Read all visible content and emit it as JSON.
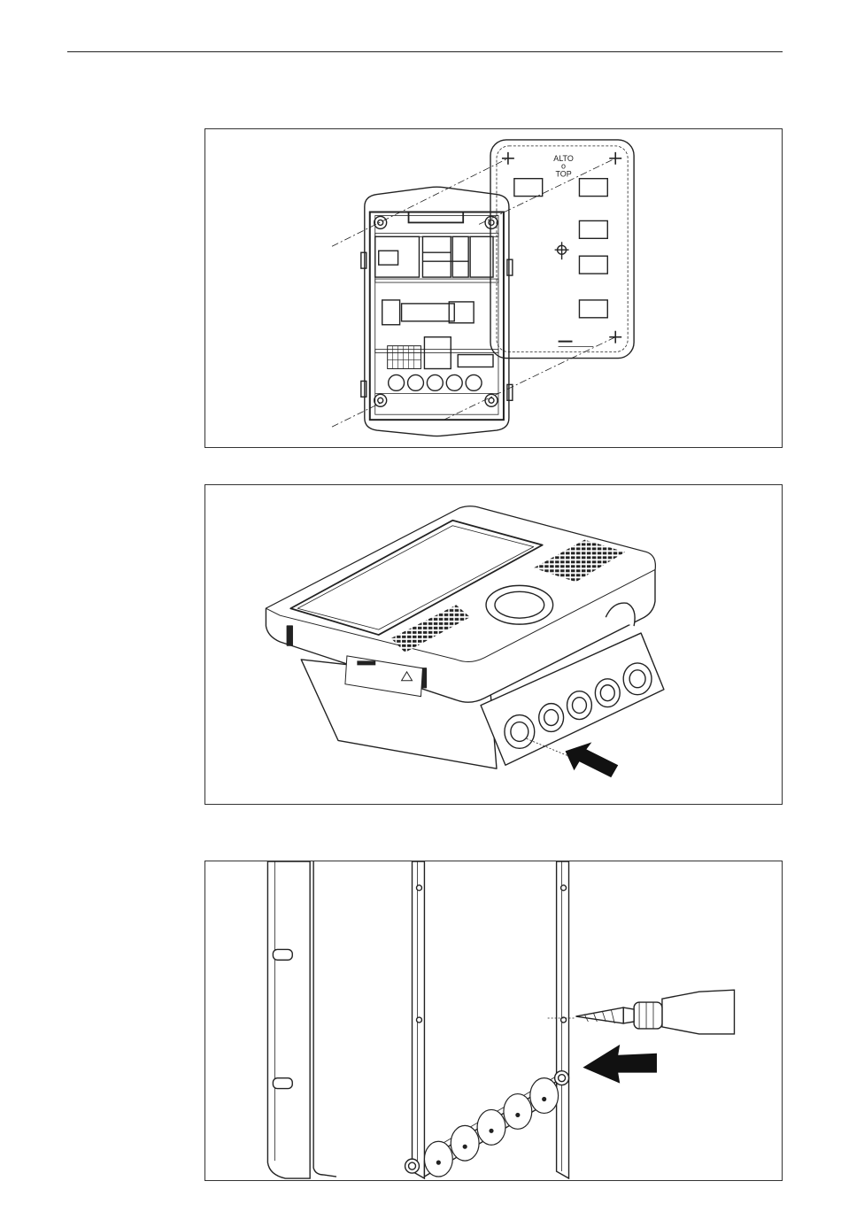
{
  "figures": [
    {
      "id": "fig-wallbox-front-and-template",
      "template_label_line1": "ALTO",
      "template_label_line2": "o",
      "template_label_line3": "TOP"
    },
    {
      "id": "fig-cable-gland-entry"
    },
    {
      "id": "fig-drill-knockout"
    }
  ],
  "colors": {
    "line": "#222222",
    "fill": "#ffffff",
    "arrow": "#111111",
    "shade": "#333333"
  }
}
